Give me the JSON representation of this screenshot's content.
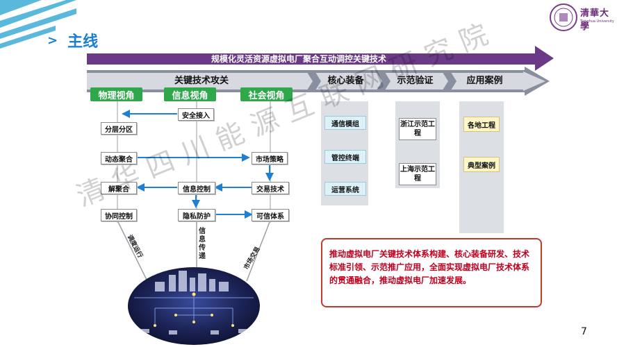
{
  "header": {
    "section_title": "主线",
    "university_name": "清華大學",
    "university_name_en": "Tsinghua University"
  },
  "banner": {
    "title": "规模化灵活资源虚拟电厂聚合互动调控关键技术"
  },
  "stages": {
    "key_tech": "关键技术攻关",
    "core_equipment": "核心装备",
    "demo": "示范验证",
    "cases": "应用案例"
  },
  "perspectives": {
    "physical": "物理视角",
    "info": "信息视角",
    "social": "社会视角"
  },
  "key_tech_nodes": {
    "security_access": "安全接入",
    "layering": "分层分区",
    "dynamic_aggregation": "动态聚合",
    "market_strategy": "市场策略",
    "deaggregation": "解聚合",
    "info_control": "信息控制",
    "trading_tech": "交易技术",
    "coop_control": "协同控制",
    "privacy": "隐私防护",
    "trust_system": "可信体系"
  },
  "flow_labels": {
    "left": "调度运行",
    "middle": "信息传递",
    "right": "市场交易"
  },
  "equipment": [
    "通信模组",
    "管控终端",
    "运营系统"
  ],
  "demos": [
    "浙江示范工程",
    "上海示范工程"
  ],
  "cases": [
    "各地工程",
    "典型案例"
  ],
  "summary": "推动虚拟电厂关键技术体系构建、核心装备研发、技术标准引领、示范推广应用，全面实现虚拟电厂技术体系的贯通融合，推动虚拟电厂加速发展。",
  "page_number": "7",
  "watermark": "清华四川能源互联网研究院",
  "colors": {
    "banner": "#6b3a86",
    "stage_bar": "#8a8fa0",
    "tab_green": "#2ea84a",
    "arrow_blue": "#1f7fd1",
    "summary_border": "#c0392b",
    "summary_text": "#c0001e"
  }
}
